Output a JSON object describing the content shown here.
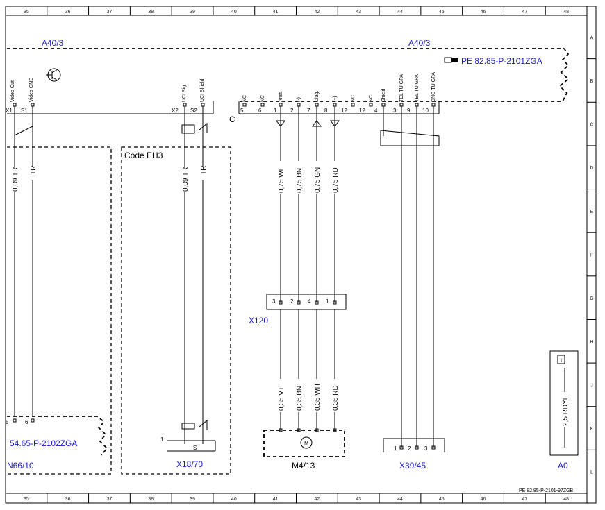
{
  "columns": [
    "35",
    "36",
    "37",
    "38",
    "39",
    "40",
    "41",
    "42",
    "43",
    "44",
    "45",
    "46",
    "47",
    "48"
  ],
  "rows": [
    "A",
    "B",
    "C",
    "D",
    "E",
    "F",
    "G",
    "H",
    "J",
    "K",
    "L"
  ],
  "components": {
    "a40_left": "A40/3",
    "a40_right": "A40/3",
    "pe_ref": "PE 82.85-P-2101ZGA",
    "code_box": "Code EH3",
    "n66_ref": "54.65-P-2102ZGA",
    "n66": "N66/10",
    "x18": "X18/70",
    "x120": "X120",
    "m4": "M4/13",
    "x39": "X39/45",
    "a0": "A0",
    "connector_c": "C",
    "footer_ref": "PE 82.85-P-2101-97ZGB"
  },
  "pins_left": [
    {
      "name": "Video Out",
      "num": "X1",
      "wire": "0,09 TR"
    },
    {
      "name": "Video GND",
      "num": "S1",
      "wire": "TR"
    }
  ],
  "pins_x18": [
    {
      "name": "UCI Sig",
      "num": "X2",
      "wire": "0,09 TR"
    },
    {
      "name": "UCI Shield",
      "num": "S2",
      "wire": "TR"
    }
  ],
  "pins_c": [
    {
      "name": "NC",
      "num": "5"
    },
    {
      "name": "NC",
      "num": "6"
    },
    {
      "name": "Anst.",
      "num": "1"
    },
    {
      "name": "(-)",
      "num": "2"
    },
    {
      "name": "Diag.",
      "num": "7"
    },
    {
      "name": "(+)",
      "num": "8"
    },
    {
      "name": "NC",
      "num": "12"
    },
    {
      "name": "NC",
      "num": "12"
    },
    {
      "name": "Shield",
      "num": "4"
    },
    {
      "name": "TEL TU GPA",
      "num": "3"
    },
    {
      "name": "TEL TU GPA",
      "num": "9"
    },
    {
      "name": "DNG TU GPA",
      "num": "10"
    }
  ],
  "upper_wires": [
    "0,75 WH",
    "0,75 BN",
    "0,75 GN",
    "0,75 RD"
  ],
  "lower_wires": [
    "0,35 VT",
    "0,35 BN",
    "0,35 WH",
    "0,35 RD"
  ],
  "x120_pins": [
    "3",
    "2",
    "4",
    "1"
  ],
  "x39_pins": [
    "1",
    "2",
    "3"
  ],
  "n66_pins": [
    "5",
    "6"
  ],
  "x18_pins": [
    "1",
    "S"
  ],
  "a0_wire": "2,5 RDYE",
  "m4_symbol": "M",
  "info_symbol": "i"
}
